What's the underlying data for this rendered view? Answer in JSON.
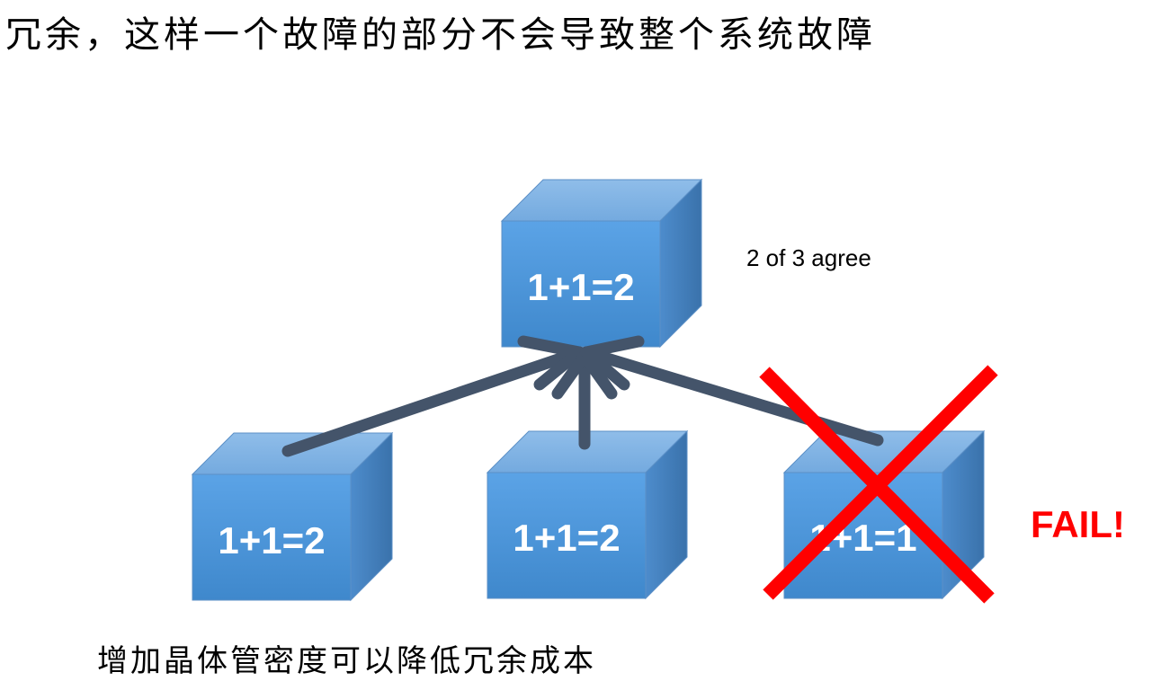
{
  "heading": "冗余，这样一个故障的部分不会导致整个系统故障",
  "footnote": "增加晶体管密度可以降低冗余成本",
  "agree_label": "2 of 3 agree",
  "fail_label": "FAIL!",
  "boxes": {
    "top": "1+1=2",
    "left": "1+1=2",
    "middle": "1+1=2",
    "right": "1+1=1"
  },
  "colors": {
    "cube_front": "#4a90d4",
    "cube_top": "#7fb0e2",
    "cube_side": "#3d78b4",
    "arrow": "#44546a",
    "fail": "#ff0000"
  }
}
